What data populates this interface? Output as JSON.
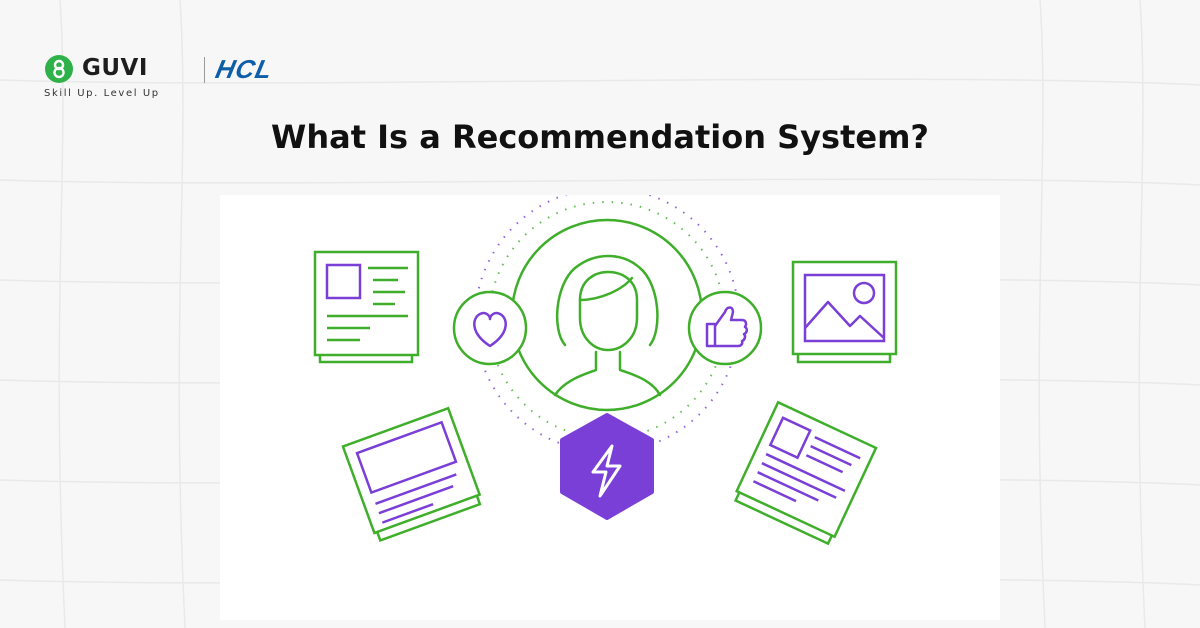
{
  "brand": {
    "name": "GUVI",
    "partner": "HCL",
    "tagline": "Skill Up. Level Up"
  },
  "title": "What Is a Recommendation System?",
  "colors": {
    "green": "#3fae2a",
    "purple": "#7a3fd6",
    "title": "#111111",
    "hcl_blue": "#0f5fa8"
  },
  "icons": {
    "center": "user-avatar-icon",
    "left_bubble": "heart-icon",
    "right_bubble": "thumbs-up-icon",
    "bottom": "lightning-hexagon-icon",
    "cards": [
      "article-card-icon",
      "image-card-icon",
      "tablet-article-icon",
      "tilted-article-icon"
    ]
  }
}
